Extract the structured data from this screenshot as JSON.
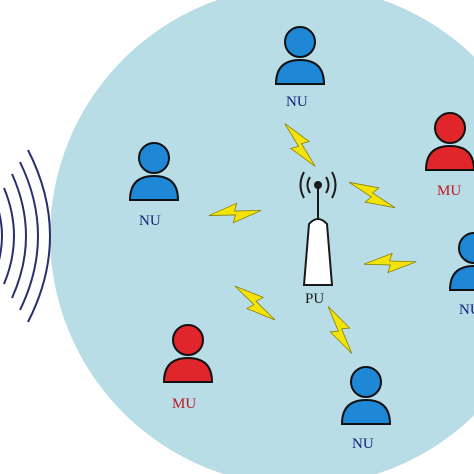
{
  "colors": {
    "cell": "#b8dde6",
    "normal_user": "#1e88d6",
    "malicious_user": "#e0262a",
    "bolt": "#f2e40a",
    "waves": "#2a2f6b",
    "text": "#12227a",
    "mu_text": "#c0161c"
  },
  "primary_user": {
    "label": "PU",
    "icon": "antenna-tower-icon"
  },
  "users": [
    {
      "id": "nu-top",
      "label": "NU",
      "kind": "normal",
      "icon": "person-icon"
    },
    {
      "id": "mu-right",
      "label": "MU",
      "kind": "malicious",
      "icon": "person-icon"
    },
    {
      "id": "nu-left",
      "label": "NU",
      "kind": "normal",
      "icon": "person-icon"
    },
    {
      "id": "nu-right",
      "label": "NU",
      "kind": "normal",
      "icon": "person-icon"
    },
    {
      "id": "mu-bottom-left",
      "label": "MU",
      "kind": "malicious",
      "icon": "person-icon"
    },
    {
      "id": "nu-bottom",
      "label": "NU",
      "kind": "normal",
      "icon": "person-icon"
    }
  ]
}
